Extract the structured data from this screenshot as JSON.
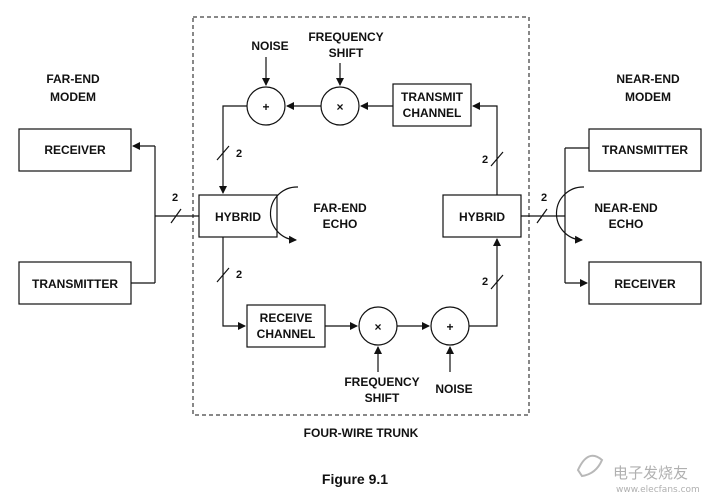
{
  "far_end": {
    "title_line1": "FAR-END",
    "title_line2": "MODEM",
    "receiver": "RECEIVER",
    "transmitter": "TRANSMITTER"
  },
  "near_end": {
    "title_line1": "NEAR-END",
    "title_line2": "MODEM",
    "transmitter": "TRANSMITTER",
    "receiver": "RECEIVER"
  },
  "trunk": {
    "label": "FOUR-WIRE TRUNK",
    "hybrid_left": "HYBRID",
    "hybrid_right": "HYBRID",
    "transmit_channel_line1": "TRANSMIT",
    "transmit_channel_line2": "CHANNEL",
    "receive_channel_line1": "RECEIVE",
    "receive_channel_line2": "CHANNEL",
    "far_end_echo_line1": "FAR-END",
    "far_end_echo_line2": "ECHO",
    "near_end_echo_line1": "NEAR-END",
    "near_end_echo_line2": "ECHO",
    "noise_top": "NOISE",
    "noise_bottom": "NOISE",
    "freq_shift_top_line1": "FREQUENCY",
    "freq_shift_top_line2": "SHIFT",
    "freq_shift_bottom_line1": "FREQUENCY",
    "freq_shift_bottom_line2": "SHIFT",
    "adder_symbol": "+",
    "multiplier_symbol": "×",
    "wire_count": "2"
  },
  "caption": "Figure 9.1",
  "watermark": "电子发烧友",
  "watermark_url": "www.elecfans.com"
}
